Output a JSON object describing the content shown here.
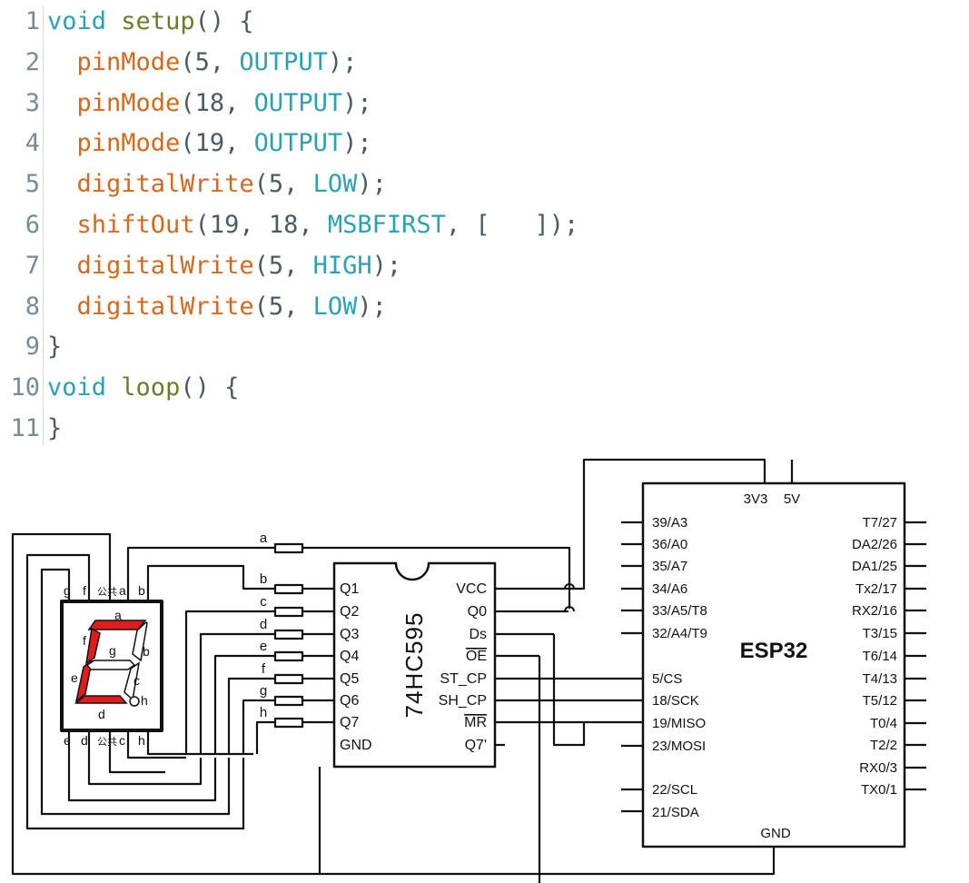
{
  "code": {
    "line_numbers": [
      "1",
      "2",
      "3",
      "4",
      "5",
      "6",
      "7",
      "8",
      "9",
      "10",
      "11"
    ],
    "lines": [
      [
        [
          "kw",
          "void"
        ],
        [
          "p",
          " "
        ],
        [
          "fn",
          "setup"
        ],
        [
          "p",
          "() {"
        ]
      ],
      [
        [
          "p",
          "  "
        ],
        [
          "call",
          "pinMode"
        ],
        [
          "p",
          "(5, "
        ],
        [
          "const",
          "OUTPUT"
        ],
        [
          "p",
          ");"
        ]
      ],
      [
        [
          "p",
          "  "
        ],
        [
          "call",
          "pinMode"
        ],
        [
          "p",
          "(18, "
        ],
        [
          "const",
          "OUTPUT"
        ],
        [
          "p",
          ");"
        ]
      ],
      [
        [
          "p",
          "  "
        ],
        [
          "call",
          "pinMode"
        ],
        [
          "p",
          "(19, "
        ],
        [
          "const",
          "OUTPUT"
        ],
        [
          "p",
          ");"
        ]
      ],
      [
        [
          "p",
          "  "
        ],
        [
          "call",
          "digitalWrite"
        ],
        [
          "p",
          "(5, "
        ],
        [
          "const",
          "LOW"
        ],
        [
          "p",
          ");"
        ]
      ],
      [
        [
          "p",
          "  "
        ],
        [
          "call",
          "shiftOut"
        ],
        [
          "p",
          "(19, 18, "
        ],
        [
          "const",
          "MSBFIRST"
        ],
        [
          "p",
          ", [   ]);"
        ]
      ],
      [
        [
          "p",
          "  "
        ],
        [
          "call",
          "digitalWrite"
        ],
        [
          "p",
          "(5, "
        ],
        [
          "const",
          "HIGH"
        ],
        [
          "p",
          ");"
        ]
      ],
      [
        [
          "p",
          "  "
        ],
        [
          "call",
          "digitalWrite"
        ],
        [
          "p",
          "(5, "
        ],
        [
          "const",
          "LOW"
        ],
        [
          "p",
          ");"
        ]
      ],
      [
        [
          "p",
          "}"
        ]
      ],
      [
        [
          "kw",
          "void"
        ],
        [
          "p",
          " "
        ],
        [
          "fn",
          "loop"
        ],
        [
          "p",
          "() {"
        ]
      ],
      [
        [
          "p",
          "}"
        ]
      ]
    ]
  },
  "display": {
    "top_pins": [
      "g",
      "f",
      "公共",
      "a",
      "b"
    ],
    "bottom_pins": [
      "e",
      "d",
      "公共",
      "c",
      "h"
    ],
    "segment_labels": {
      "a": "a",
      "b": "b",
      "c": "c",
      "d": "d",
      "e": "e",
      "f": "f",
      "g": "g",
      "h": "h"
    },
    "lit_color": "#e21b1b"
  },
  "resistor_labels": [
    "a",
    "b",
    "c",
    "d",
    "e",
    "f",
    "g",
    "h"
  ],
  "shift_register": {
    "name": "74HC595",
    "left_pins": [
      "Q1",
      "Q2",
      "Q3",
      "Q4",
      "Q5",
      "Q6",
      "Q7",
      "GND"
    ],
    "right_pins": [
      "VCC",
      "Q0",
      "Ds",
      "OE",
      "ST_CP",
      "SH_CP",
      "MR",
      "Q7'"
    ]
  },
  "esp32": {
    "name": "ESP32",
    "top_pins": [
      "3V3",
      "5V"
    ],
    "left_pins": [
      "39/A3",
      "36/A0",
      "35/A7",
      "34/A6",
      "33/A5/T8",
      "32/A4/T9",
      "5/CS",
      "18/SCK",
      "19/MISO",
      "23/MOSI",
      "22/SCL",
      "21/SDA"
    ],
    "right_pins": [
      "T7/27",
      "DA2/26",
      "DA1/25",
      "Tx2/17",
      "RX2/16",
      "T3/15",
      "T6/14",
      "T4/13",
      "T5/12",
      "T0/4",
      "T2/2",
      "RX0/3",
      "TX0/1"
    ],
    "bottom_pin": "GND"
  }
}
